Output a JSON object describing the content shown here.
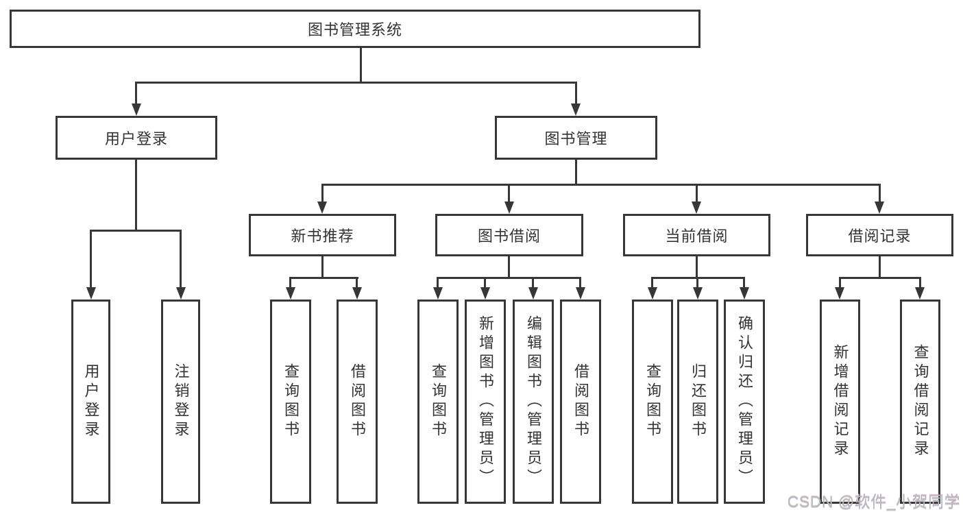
{
  "diagram": {
    "root": {
      "label": "图书管理系统"
    },
    "branches": [
      {
        "label": "用户登录",
        "children": [
          {
            "label": "用户登录"
          },
          {
            "label": "注销登录"
          }
        ]
      },
      {
        "label": "图书管理",
        "children": [
          {
            "label": "新书推荐",
            "children": [
              {
                "label": "查询图书"
              },
              {
                "label": "借阅图书"
              }
            ]
          },
          {
            "label": "图书借阅",
            "children": [
              {
                "label": "查询图书"
              },
              {
                "label": "新增图书（管理员）"
              },
              {
                "label": "编辑图书（管理员）"
              },
              {
                "label": "借阅图书"
              }
            ]
          },
          {
            "label": "当前借阅",
            "children": [
              {
                "label": "查询图书"
              },
              {
                "label": "归还图书"
              },
              {
                "label": "确认归还（管理员）"
              }
            ]
          },
          {
            "label": "借阅记录",
            "children": [
              {
                "label": "新增借阅记录"
              },
              {
                "label": "查询借阅记录"
              }
            ]
          }
        ]
      }
    ]
  },
  "watermark": {
    "text": "CSDN @软件_小贺同学"
  },
  "colors": {
    "line": "#373737",
    "text": "#333333",
    "watermark": "#b7babd",
    "background": "#ffffff"
  }
}
